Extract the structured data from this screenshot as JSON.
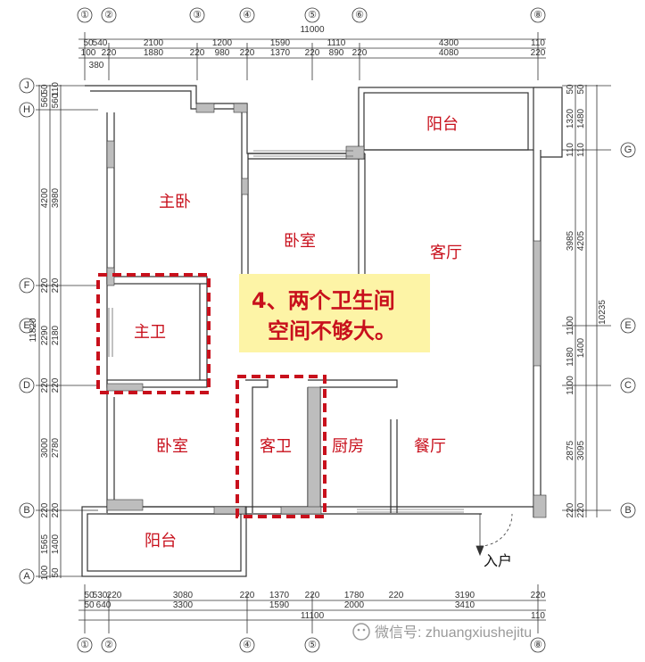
{
  "axes_top": [
    "①",
    "②",
    "③",
    "④",
    "⑤",
    "⑥",
    "⑧"
  ],
  "axes_bottom": [
    "①",
    "②",
    "④",
    "⑤",
    "⑧"
  ],
  "axes_left": [
    "J",
    "H",
    "F",
    "E",
    "D",
    "B",
    "A"
  ],
  "axes_right": [
    "G",
    "E",
    "C",
    "B"
  ],
  "dims_top": {
    "total": "11000",
    "row1": [
      "50",
      "540",
      "2100",
      "1200",
      "1590",
      "1110",
      "4300",
      "110"
    ],
    "row2": [
      "100",
      "220",
      "1880",
      "220",
      "980",
      "220",
      "1370",
      "220",
      "890",
      "220",
      "4080",
      "220"
    ],
    "row3": [
      "380"
    ]
  },
  "dims_bottom": {
    "row1": [
      "50",
      "530",
      "220",
      "3080",
      "220",
      "1370",
      "220",
      "1780",
      "220",
      "3190",
      "220"
    ],
    "row2": [
      "50",
      "640",
      "3300",
      "1590",
      "2000",
      "3410"
    ],
    "total": "11100",
    "end": "110"
  },
  "dims_left": {
    "total": "11820",
    "row1": [
      "50",
      "560",
      "4200",
      "220",
      "2290",
      "220",
      "3000",
      "220",
      "1565",
      "100"
    ],
    "row2": [
      "110",
      "560",
      "3980",
      "220",
      "2180",
      "220",
      "2780",
      "220",
      "1400",
      "50"
    ]
  },
  "dims_right": {
    "total": "10235",
    "row1": [
      "50",
      "1320",
      "110",
      "3985",
      "1100",
      "1180",
      "1100",
      "2875",
      "220"
    ],
    "row2": [
      "50",
      "1480",
      "110",
      "4205",
      "1400",
      "3095",
      "220"
    ]
  },
  "rooms": {
    "balcony_top": "阳台",
    "master_bedroom": "主卧",
    "bedroom_mid": "卧室",
    "living_room": "客厅",
    "master_bath": "主卫",
    "bedroom_low": "卧室",
    "guest_bath": "客卫",
    "kitchen": "厨房",
    "dining": "餐厅",
    "balcony_bottom": "阳台"
  },
  "entrance": "入户",
  "note": {
    "line1": "4、两个卫生间",
    "line2": "空间不够大。"
  },
  "watermark": "微信号: zhuangxiushejitu",
  "colors": {
    "accent": "#c8101c",
    "note_bg": "#fdf4a6",
    "wall_fill": "#bdbdbd"
  }
}
